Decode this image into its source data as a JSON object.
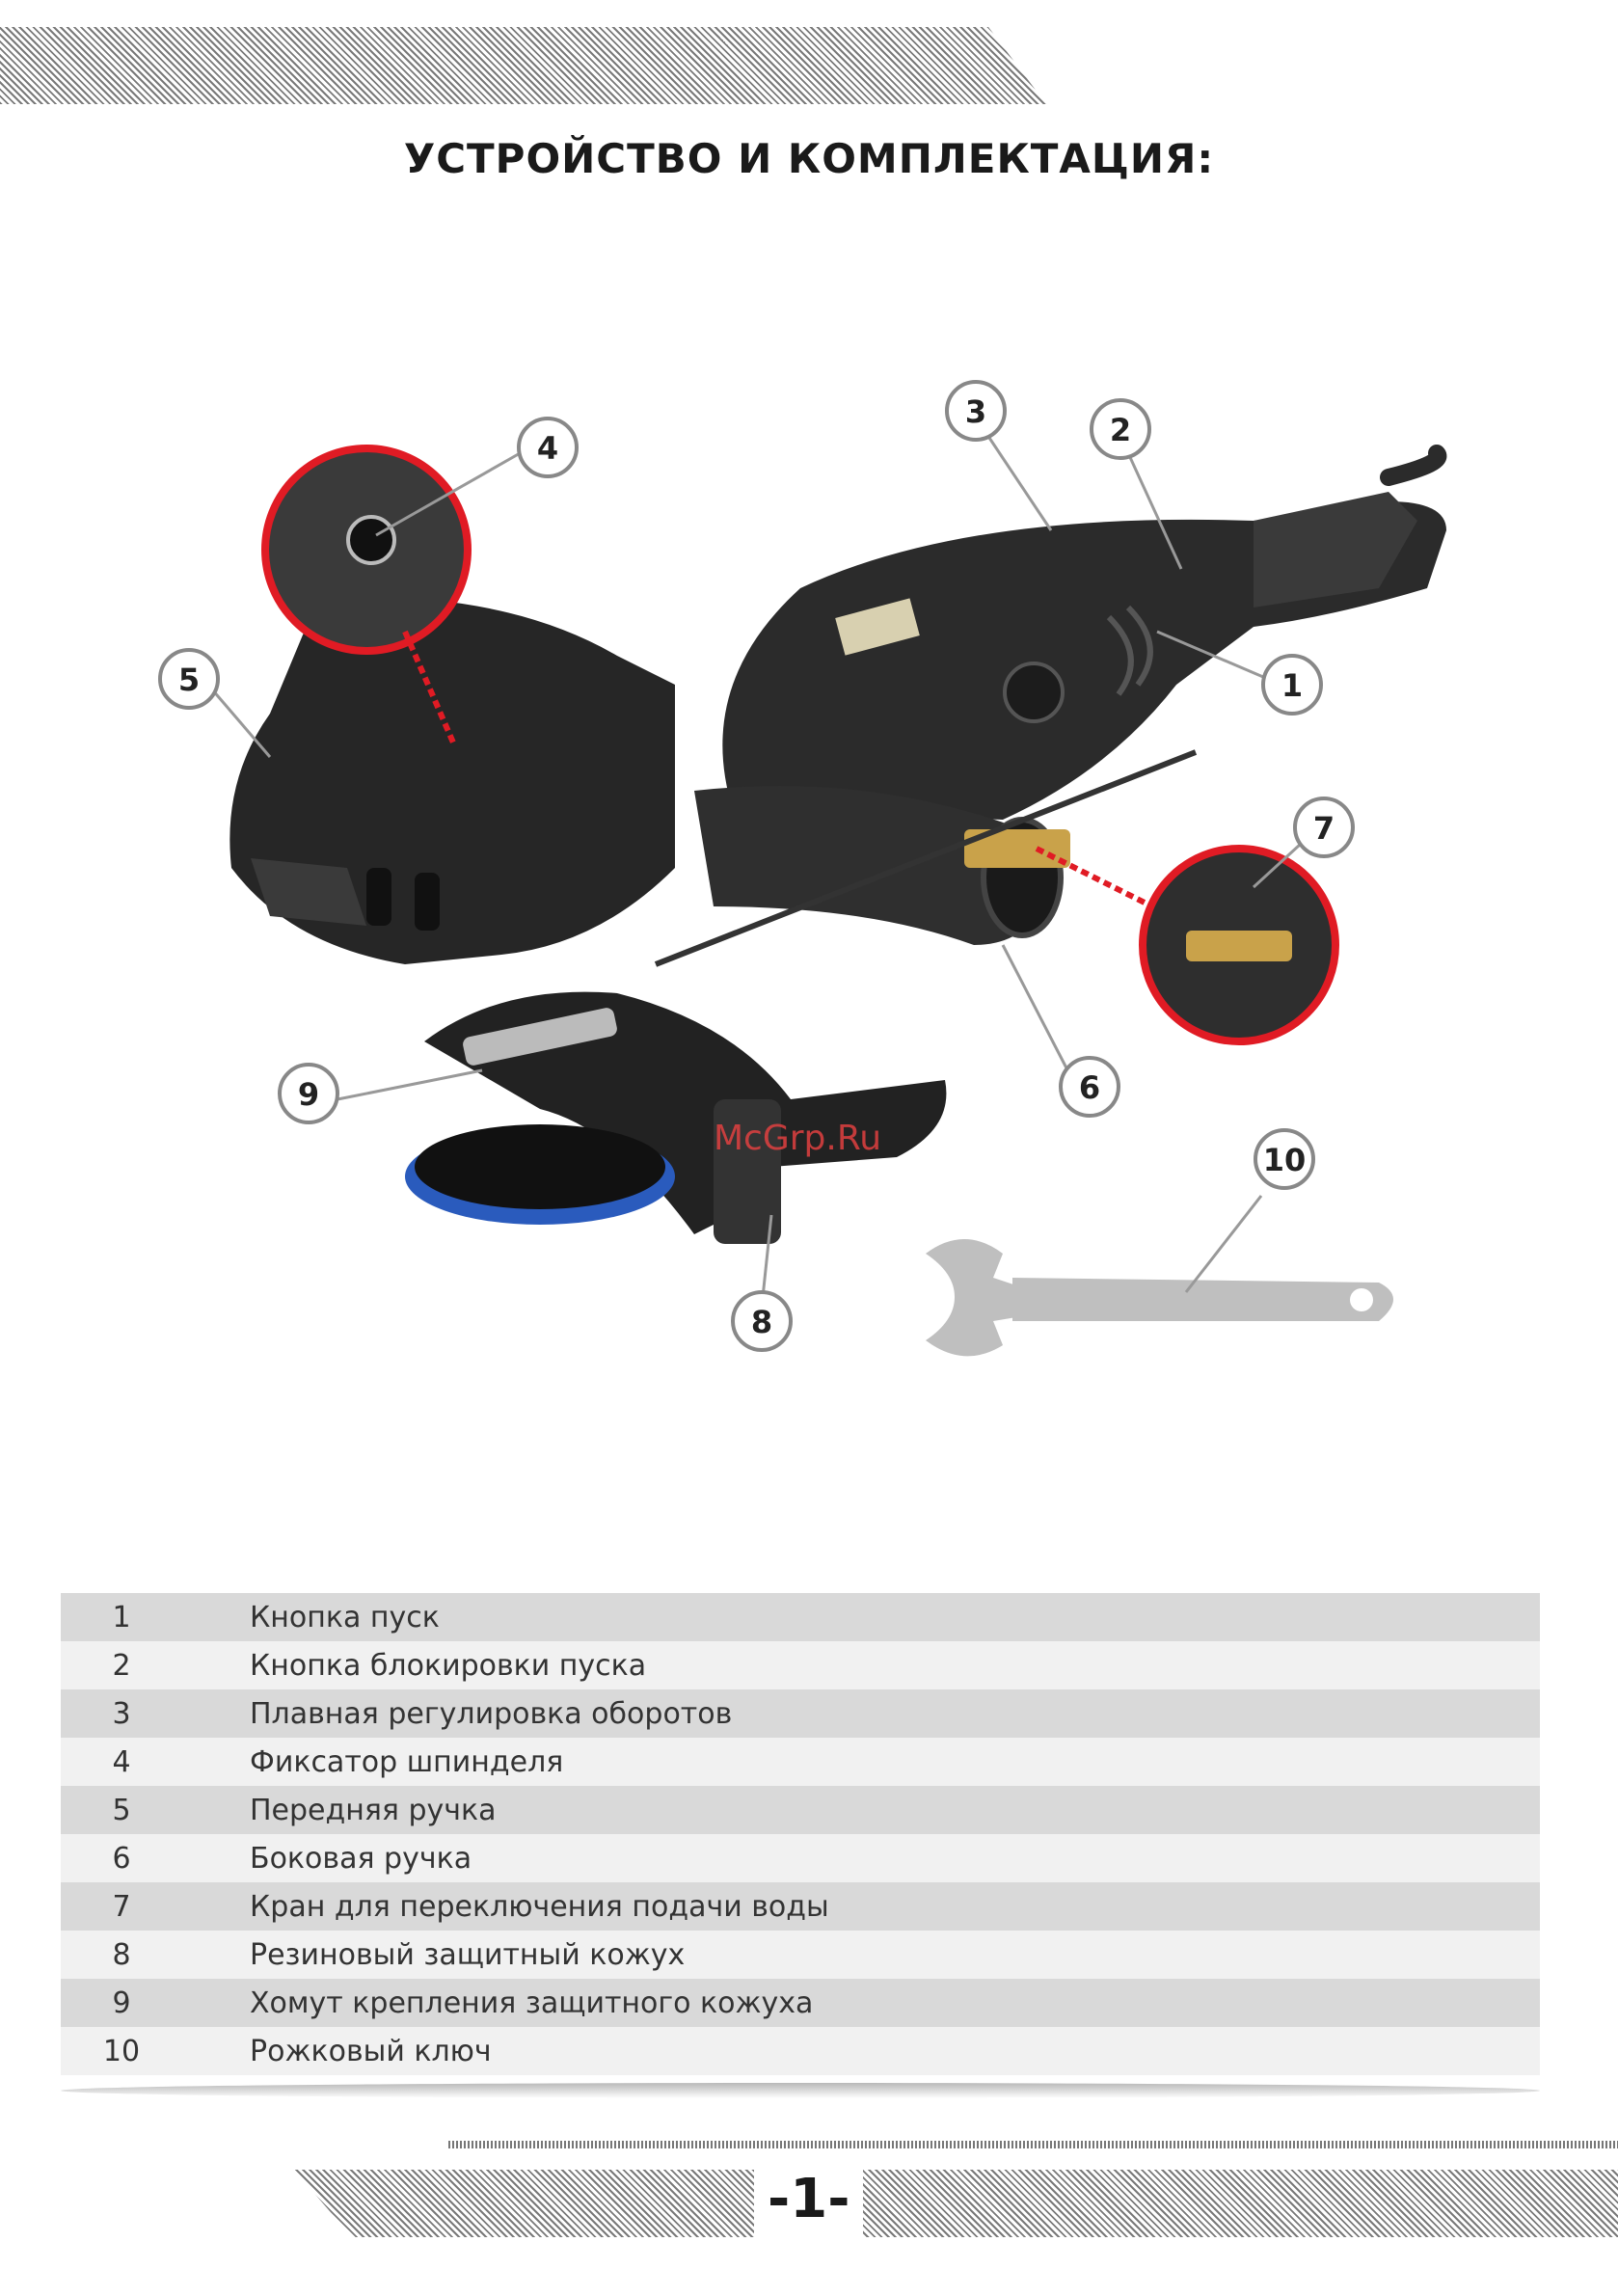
{
  "title": "УСТРОЙСТВО И КОМПЛЕКТАЦИЯ:",
  "watermark": "McGrp.Ru",
  "callouts": [
    "1",
    "2",
    "3",
    "4",
    "5",
    "6",
    "7",
    "8",
    "9",
    "10"
  ],
  "parts": [
    {
      "num": "1",
      "name": "Кнопка пуск"
    },
    {
      "num": "2",
      "name": "Кнопка блокировки пуска"
    },
    {
      "num": "3",
      "name": "Плавная регулировка оборотов"
    },
    {
      "num": "4",
      "name": "Фиксатор шпинделя"
    },
    {
      "num": "5",
      "name": "Передняя ручка"
    },
    {
      "num": "6",
      "name": "Боковая ручка"
    },
    {
      "num": "7",
      "name": "Кран для переключения подачи воды"
    },
    {
      "num": "8",
      "name": "Резиновый защитный кожух"
    },
    {
      "num": "9",
      "name": "Хомут крепления защитного кожуха"
    },
    {
      "num": "10",
      "name": "Рожковый ключ"
    }
  ],
  "page_number": "-1-",
  "colors": {
    "accent_red": "#e01b24",
    "tool_body": "#2b2b2b",
    "pad_blue": "#2a5bbd"
  }
}
